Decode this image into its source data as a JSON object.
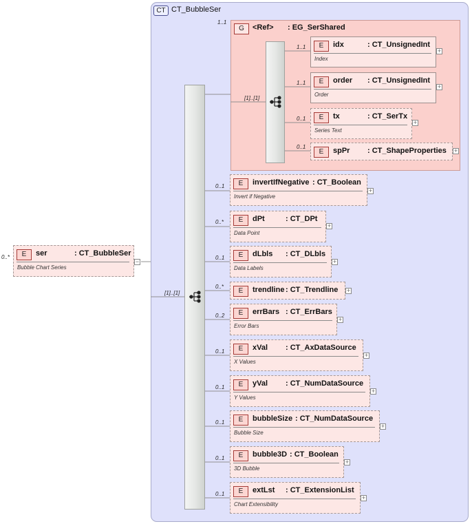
{
  "complex_type": {
    "badge": "CT",
    "name": "CT_BubbleSer"
  },
  "root": {
    "cardinality": "0..*",
    "badge": "E",
    "name": "ser",
    "type": ": CT_BubbleSer",
    "description": "Bubble Chart Series",
    "collapse_symbol": "−"
  },
  "main_sequence": {
    "cardinality": "[1]..[1]"
  },
  "group": {
    "cardinality": "1..1",
    "badge": "G",
    "ref": "<Ref>",
    "type": ": EG_SerShared",
    "sequence_cardinality": "[1]..[1]"
  },
  "expand_symbol": "+",
  "group_elements": [
    {
      "cardinality": "1..1",
      "badge": "E",
      "name": "idx",
      "type": ": CT_UnsignedInt",
      "description": "Index"
    },
    {
      "cardinality": "1..1",
      "badge": "E",
      "name": "order",
      "type": ": CT_UnsignedInt",
      "description": "Order"
    },
    {
      "cardinality": "0..1",
      "badge": "E",
      "name": "tx",
      "type": ": CT_SerTx",
      "description": "Series Text"
    },
    {
      "cardinality": "0..1",
      "badge": "E",
      "name": "spPr",
      "type": ": CT_ShapeProperties",
      "description": ""
    }
  ],
  "elements": [
    {
      "cardinality": "0..1",
      "badge": "E",
      "name": "invertIfNegative",
      "type": ": CT_Boolean",
      "description": "Invert if Negative"
    },
    {
      "cardinality": "0..*",
      "badge": "E",
      "name": "dPt",
      "type": ": CT_DPt",
      "description": "Data Point"
    },
    {
      "cardinality": "0..1",
      "badge": "E",
      "name": "dLbls",
      "type": ": CT_DLbls",
      "description": "Data Labels"
    },
    {
      "cardinality": "0..*",
      "badge": "E",
      "name": "trendline",
      "type": ": CT_Trendline",
      "description": ""
    },
    {
      "cardinality": "0..2",
      "badge": "E",
      "name": "errBars",
      "type": ": CT_ErrBars",
      "description": "Error Bars"
    },
    {
      "cardinality": "0..1",
      "badge": "E",
      "name": "xVal",
      "type": ": CT_AxDataSource",
      "description": "X Values"
    },
    {
      "cardinality": "0..1",
      "badge": "E",
      "name": "yVal",
      "type": ": CT_NumDataSource",
      "description": "Y Values"
    },
    {
      "cardinality": "0..1",
      "badge": "E",
      "name": "bubbleSize",
      "type": ": CT_NumDataSource",
      "description": "Bubble Size"
    },
    {
      "cardinality": "0..1",
      "badge": "E",
      "name": "bubble3D",
      "type": ": CT_Boolean",
      "description": "3D Bubble"
    },
    {
      "cardinality": "0..1",
      "badge": "E",
      "name": "extLst",
      "type": ": CT_ExtensionList",
      "description": "Chart Extensibility"
    }
  ]
}
